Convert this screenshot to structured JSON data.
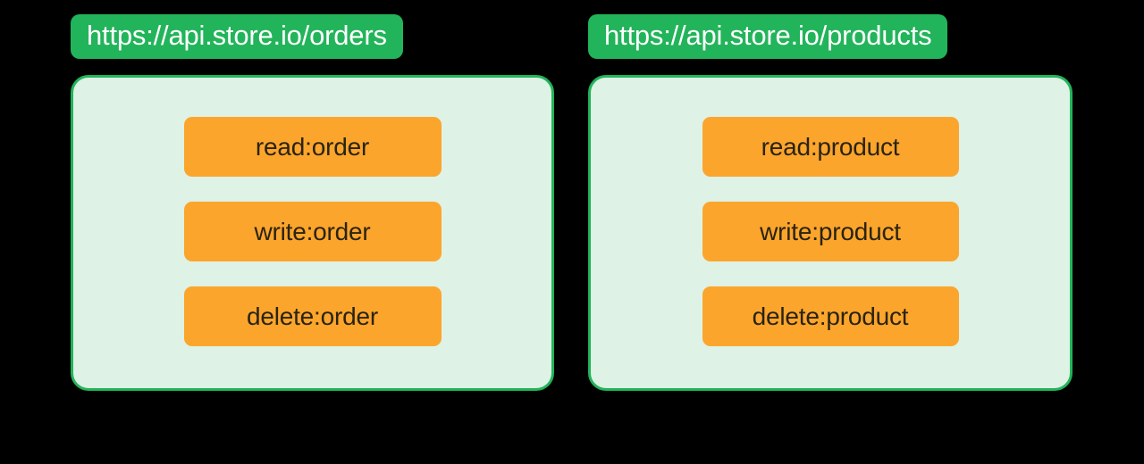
{
  "background_color": "#000000",
  "theme": {
    "header_bg": "#22b45a",
    "header_text": "#ffffff",
    "panel_bg": "#def2e5",
    "panel_border": "#22b45a",
    "chip_bg": "#fca52c",
    "chip_text": "#2a2311"
  },
  "api_groups": [
    {
      "header": "https://api.store.io/orders",
      "scopes": [
        {
          "label": "read:order"
        },
        {
          "label": "write:order"
        },
        {
          "label": "delete:order"
        }
      ]
    },
    {
      "header": "https://api.store.io/products",
      "scopes": [
        {
          "label": "read:product"
        },
        {
          "label": "write:product"
        },
        {
          "label": "delete:product"
        }
      ]
    }
  ]
}
